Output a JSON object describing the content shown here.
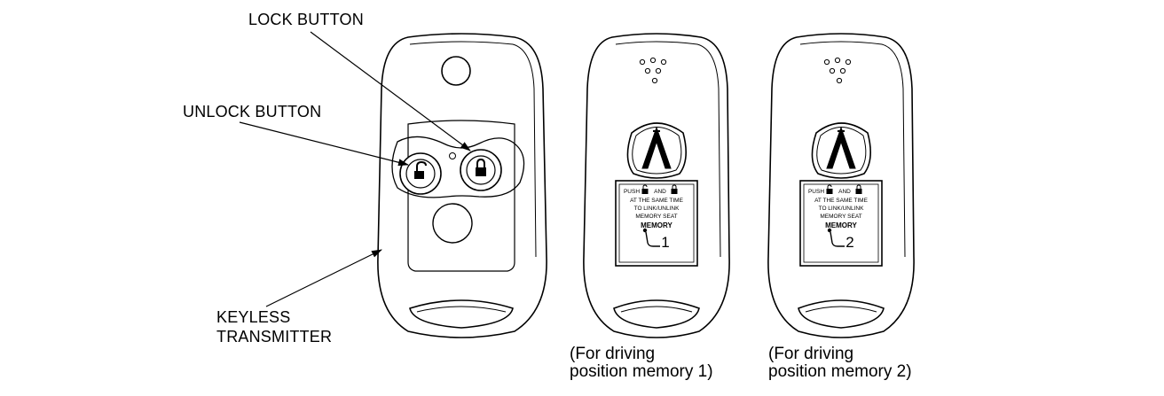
{
  "labels": {
    "lock_button": "LOCK BUTTON",
    "unlock_button": "UNLOCK BUTTON",
    "keyless_line1": "KEYLESS",
    "keyless_line2": "TRANSMITTER"
  },
  "captions": {
    "memory1_line1": "(For driving",
    "memory1_line2": "position memory 1)",
    "memory2_line1": "(For driving",
    "memory2_line2": "position memory 2)"
  },
  "back_label": {
    "line1_a": "PUSH",
    "line1_b": "AND",
    "line2": "AT THE SAME TIME",
    "line3": "TO LINK/UNLINK",
    "line4": "MEMORY SEAT",
    "line5": "MEMORY",
    "number1": "1",
    "number2": "2"
  },
  "icons": [
    "lock-icon",
    "unlock-icon",
    "acura-logo-icon",
    "seat-icon"
  ]
}
